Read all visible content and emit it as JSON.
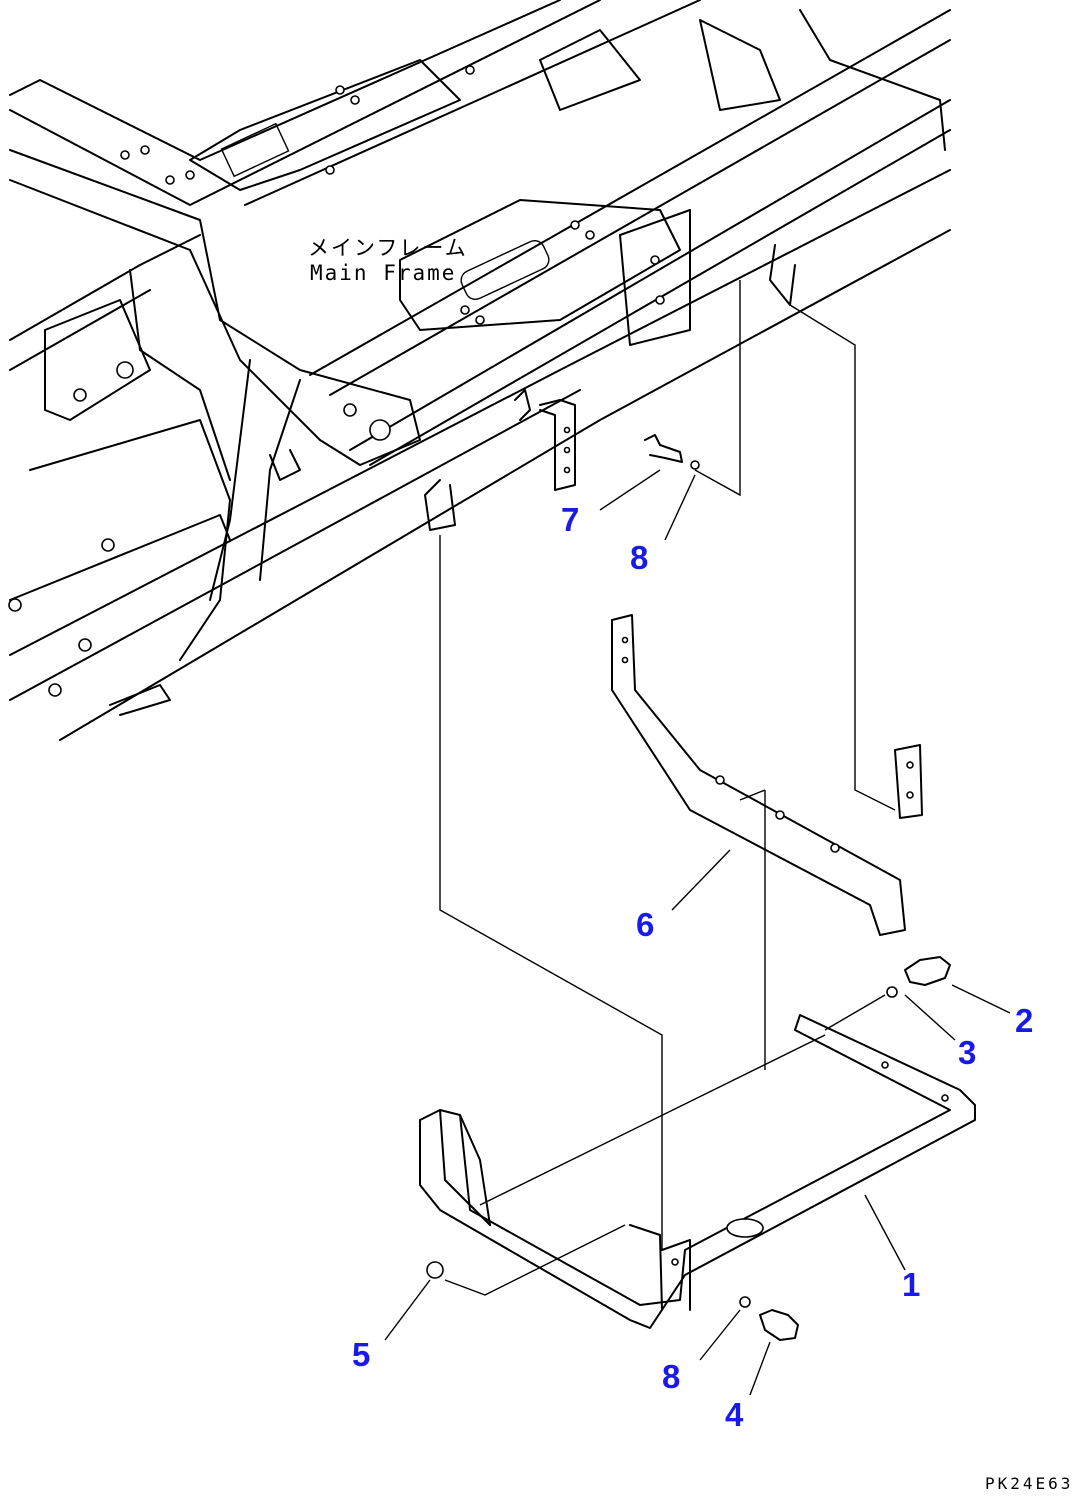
{
  "diagram": {
    "frame_label_jp": "メインフレーム",
    "frame_label_en": "Main Frame",
    "drawing_code": "PK24E63",
    "part_numbers": [
      "1",
      "2",
      "3",
      "4",
      "5",
      "6",
      "7",
      "8",
      "8"
    ]
  }
}
